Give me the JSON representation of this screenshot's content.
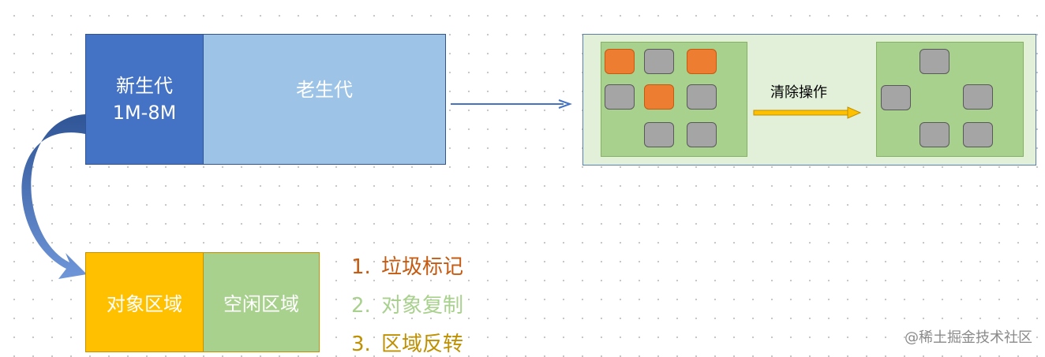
{
  "memory": {
    "young_gen": {
      "label": "新生代",
      "size": "1M-8M"
    },
    "old_gen": {
      "label": "老生代"
    },
    "object_region": {
      "label": "对象区域"
    },
    "free_region": {
      "label": "空闲区域"
    }
  },
  "cleanup": {
    "label": "清除操作"
  },
  "steps": [
    {
      "num": "1.",
      "text": "垃圾标记",
      "color": "#c55a11"
    },
    {
      "num": "2.",
      "text": "对象复制",
      "color": "#a9d18e"
    },
    {
      "num": "3.",
      "text": "区域反转",
      "color": "#bf9000"
    }
  ],
  "credit": "@稀土掘金技术社区",
  "colors": {
    "young_gen": "#4472c4",
    "old_gen": "#9dc3e6",
    "object_region": "#ffc000",
    "free_region": "#a9d18e",
    "marked_object": "#ed7d31",
    "live_object": "#a5a5a5",
    "cleanup_arrow": "#ffc000"
  }
}
